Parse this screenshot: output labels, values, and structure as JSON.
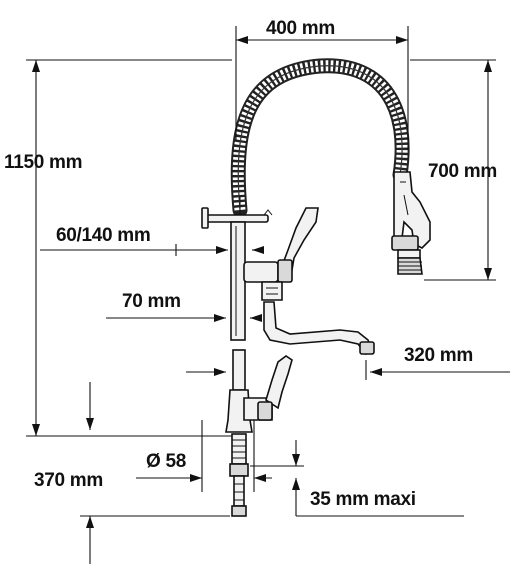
{
  "dimensions": {
    "top_width": "400 mm",
    "total_height": "1150 mm",
    "spring_height": "700 mm",
    "support_diameter": "60/140 mm",
    "spout_height": "70 mm",
    "spout_reach": "320 mm",
    "base_diameter": "Ø 58",
    "below_counter": "370 mm",
    "max_thickness": "35 mm maxi"
  }
}
